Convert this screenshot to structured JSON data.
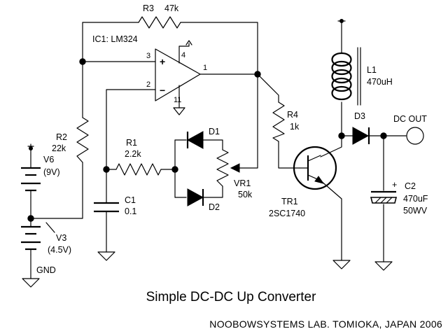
{
  "title": "Simple DC-DC Up Converter",
  "footer": "NOOBOWSYSTEMS LAB. TOMIOKA, JAPAN 2006",
  "ic": {
    "label": "IC1: LM324",
    "pin1": "1",
    "pin2": "2",
    "pin3": "3",
    "pin4": "4",
    "pin11": "11",
    "plus": "+",
    "minus": "−"
  },
  "r3": {
    "name": "R3",
    "value": "47k"
  },
  "r2": {
    "name": "R2",
    "value": "22k"
  },
  "r1": {
    "name": "R1",
    "value": "2.2k"
  },
  "r4": {
    "name": "R4",
    "value": "1k"
  },
  "vr1": {
    "name": "VR1",
    "value": "50k"
  },
  "d1": {
    "name": "D1"
  },
  "d2": {
    "name": "D2"
  },
  "d3": {
    "name": "D3"
  },
  "c1": {
    "name": "C1",
    "value": "0.1"
  },
  "c2": {
    "name": "C2",
    "value": "470uF",
    "rating": "50WV",
    "plus": "+"
  },
  "l1": {
    "name": "L1",
    "value": "470uH"
  },
  "tr1": {
    "name": "TR1",
    "part": "2SC1740"
  },
  "v6": {
    "name": "V6",
    "value": "(9V)"
  },
  "v3": {
    "name": "V3",
    "value": "(4.5V)"
  },
  "gnd": "GND",
  "dc_out": "DC OUT"
}
